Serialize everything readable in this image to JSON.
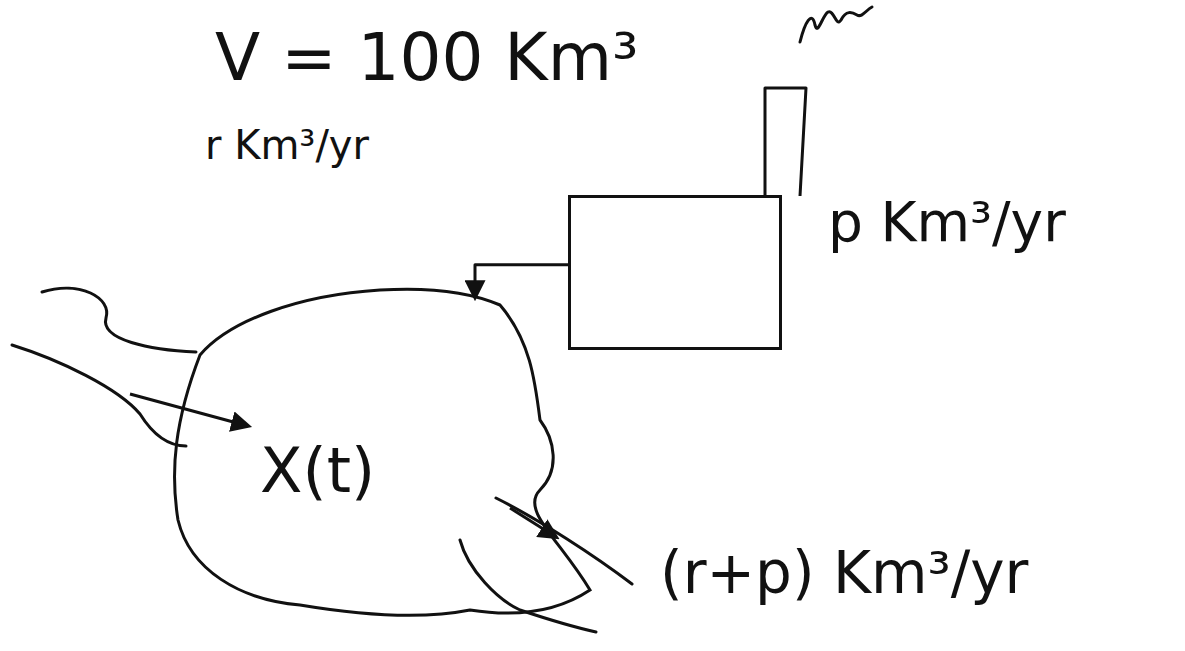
{
  "diagram": {
    "nodes": [
      {
        "text": [
          "p Km³/yr"
        ]
      },
      {
        "text": [
          "X(t)"
        ]
      }
    ],
    "edges": [
      {
        "from": 0,
        "to": 1,
        "arrow": "to"
      }
    ],
    "labels": [
      "V = 100 Km³",
      "r Km³/yr",
      "(r+p) Km³/yr"
    ]
  }
}
